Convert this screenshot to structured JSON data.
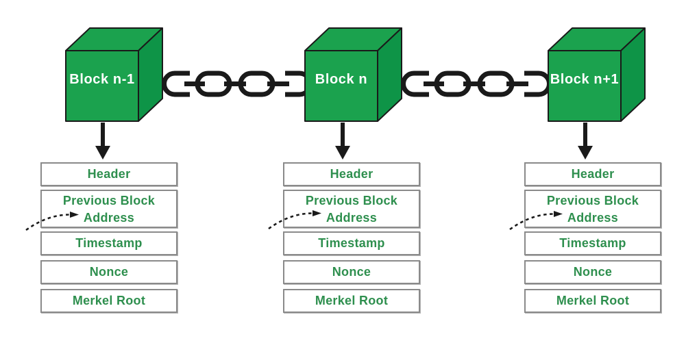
{
  "colors": {
    "background": "#FFFFFF",
    "cube_green": "#1BA24E",
    "cube_side_green": "#0E9447",
    "outline_black": "#1A1A1A",
    "box_border_gray": "#8A8A8A",
    "field_text_green": "#2E8F4E",
    "cube_label_white": "#FFFFFF"
  },
  "icons": {
    "chain": "chain-link-icon",
    "drop_arrow": "down-arrow-icon",
    "previous_pointer": "dashed-curved-arrow-icon"
  },
  "blocks": [
    {
      "cube_label": "Block n-1",
      "fields": [
        {
          "lines": [
            "Header"
          ]
        },
        {
          "lines": [
            "Previous Block",
            "Address"
          ]
        },
        {
          "lines": [
            "Timestamp"
          ]
        },
        {
          "lines": [
            "Nonce"
          ]
        },
        {
          "lines": [
            "Merkel Root"
          ]
        }
      ]
    },
    {
      "cube_label": "Block n",
      "fields": [
        {
          "lines": [
            "Header"
          ]
        },
        {
          "lines": [
            "Previous Block",
            "Address"
          ]
        },
        {
          "lines": [
            "Timestamp"
          ]
        },
        {
          "lines": [
            "Nonce"
          ]
        },
        {
          "lines": [
            "Merkel Root"
          ]
        }
      ]
    },
    {
      "cube_label": "Block n+1",
      "fields": [
        {
          "lines": [
            "Header"
          ]
        },
        {
          "lines": [
            "Previous Block",
            "Address"
          ]
        },
        {
          "lines": [
            "Timestamp"
          ]
        },
        {
          "lines": [
            "Nonce"
          ]
        },
        {
          "lines": [
            "Merkel Root"
          ]
        }
      ]
    }
  ]
}
